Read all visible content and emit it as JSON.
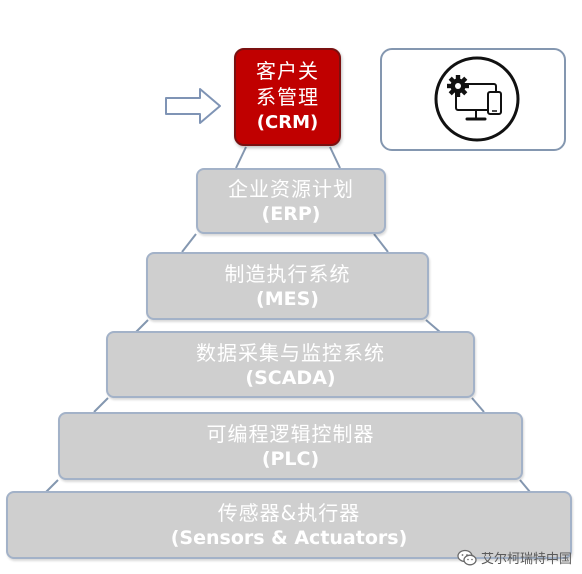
{
  "pyramid": {
    "crm": {
      "zh_line1": "客户关",
      "zh_line2": "系管理",
      "en": "(CRM)"
    },
    "erp": {
      "zh": "企业资源计划",
      "en": "(ERP)"
    },
    "mes": {
      "zh": "制造执行系统",
      "en": "(MES)"
    },
    "scada": {
      "zh": "数据采集与监控系统",
      "en": "(SCADA)"
    },
    "plc": {
      "zh": "可编程逻辑控制器",
      "en": "(PLC)"
    },
    "sensors": {
      "zh": "传感器&执行器",
      "en": "(Sensors & Actuators)"
    }
  },
  "colors": {
    "highlight": "#c00000",
    "layer_fill": "#cfcfcf",
    "layer_border": "#a3b2c8",
    "panel_border": "#8497b0"
  },
  "icons": {
    "pointer_arrow": "right-arrow-icon",
    "devices": "devices-gear-icon",
    "wechat": "wechat-icon"
  },
  "watermark": {
    "text": "艾尔柯瑞特中国"
  }
}
